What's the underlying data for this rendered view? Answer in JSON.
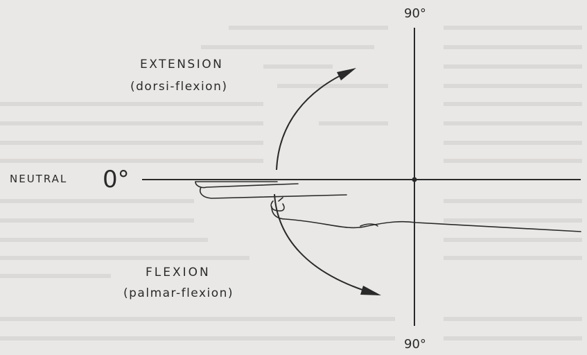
{
  "diagram": {
    "labels": {
      "top_angle": "90°",
      "bottom_angle": "90°",
      "neutral_word": "NEUTRAL",
      "neutral_angle": "0°",
      "extension_title": "EXTENSION",
      "extension_subtitle": "(dorsi-flexion)",
      "flexion_title": "FLEXION",
      "flexion_subtitle": "(palmar-flexion)"
    },
    "colors": {
      "background": "#e9e8e6",
      "ink": "#2a2a2a",
      "bleed_text": "#d2d0cd"
    }
  }
}
